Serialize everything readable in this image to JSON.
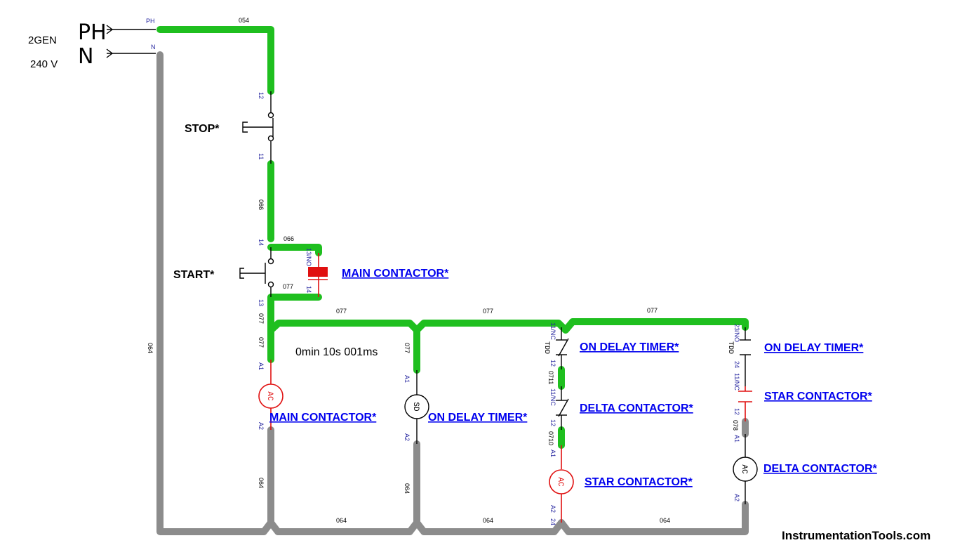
{
  "source": {
    "phase_symbol": "PH",
    "neutral_symbol": "N",
    "name": "2GEN",
    "voltage": "240 V",
    "ph_terminal": "PH",
    "n_terminal": "N"
  },
  "timer_display": "0min 10s 001ms",
  "pushbuttons": {
    "stop": "STOP*",
    "start": "START*"
  },
  "devices": {
    "main_contact_top": "MAIN CONTACTOR*",
    "on_delay_nc": "ON DELAY TIMER*",
    "delta_nc": "DELTA CONTACTOR*",
    "star_coil": "STAR CONTACTOR*",
    "on_delay_no": "ON DELAY TIMER*",
    "star_nc": "STAR CONTACTOR*",
    "delta_coil": "DELTA CONTACTOR*",
    "main_coil": "MAIN CONTACTOR*",
    "timer_coil": "ON DELAY TIMER*"
  },
  "wire_numbers": {
    "top": "054",
    "stop_to_start": "066",
    "start_top_branch": "066",
    "start_bottom": "077",
    "bus_a": "077",
    "bus_b": "077",
    "bus_c": "077",
    "main_vertical": "077",
    "main_vertical2": "077",
    "timer_vertical": "077",
    "left_return": "064",
    "main_return": "064",
    "timer_return": "064",
    "bottom_a": "064",
    "bottom_b": "064",
    "bottom_c": "064",
    "n0711": "0711",
    "n0710": "0710",
    "n078": "078"
  },
  "pins": {
    "p12": "12",
    "p11": "11",
    "p14": "14",
    "p13": "13",
    "mc_nc": "13/NO",
    "mc_14": "14",
    "a1": "A1",
    "a2": "A2",
    "t1nc": "11/NC",
    "t12": "12",
    "d1nc": "11/NC",
    "d12": "12",
    "t2no": "23/NO",
    "t24": "24",
    "s1nc": "11/NC",
    "s12": "12",
    "p24": "24"
  },
  "symbols": {
    "coil_ac": "AC",
    "coil_sd": "SD",
    "tdd": "TDD"
  },
  "brand": "InstrumentationTools.com",
  "colors": {
    "energized": "#1fbf1f",
    "de_energized": "#8c8c8c",
    "active_device": "#e01010",
    "link": "#0000ee"
  }
}
